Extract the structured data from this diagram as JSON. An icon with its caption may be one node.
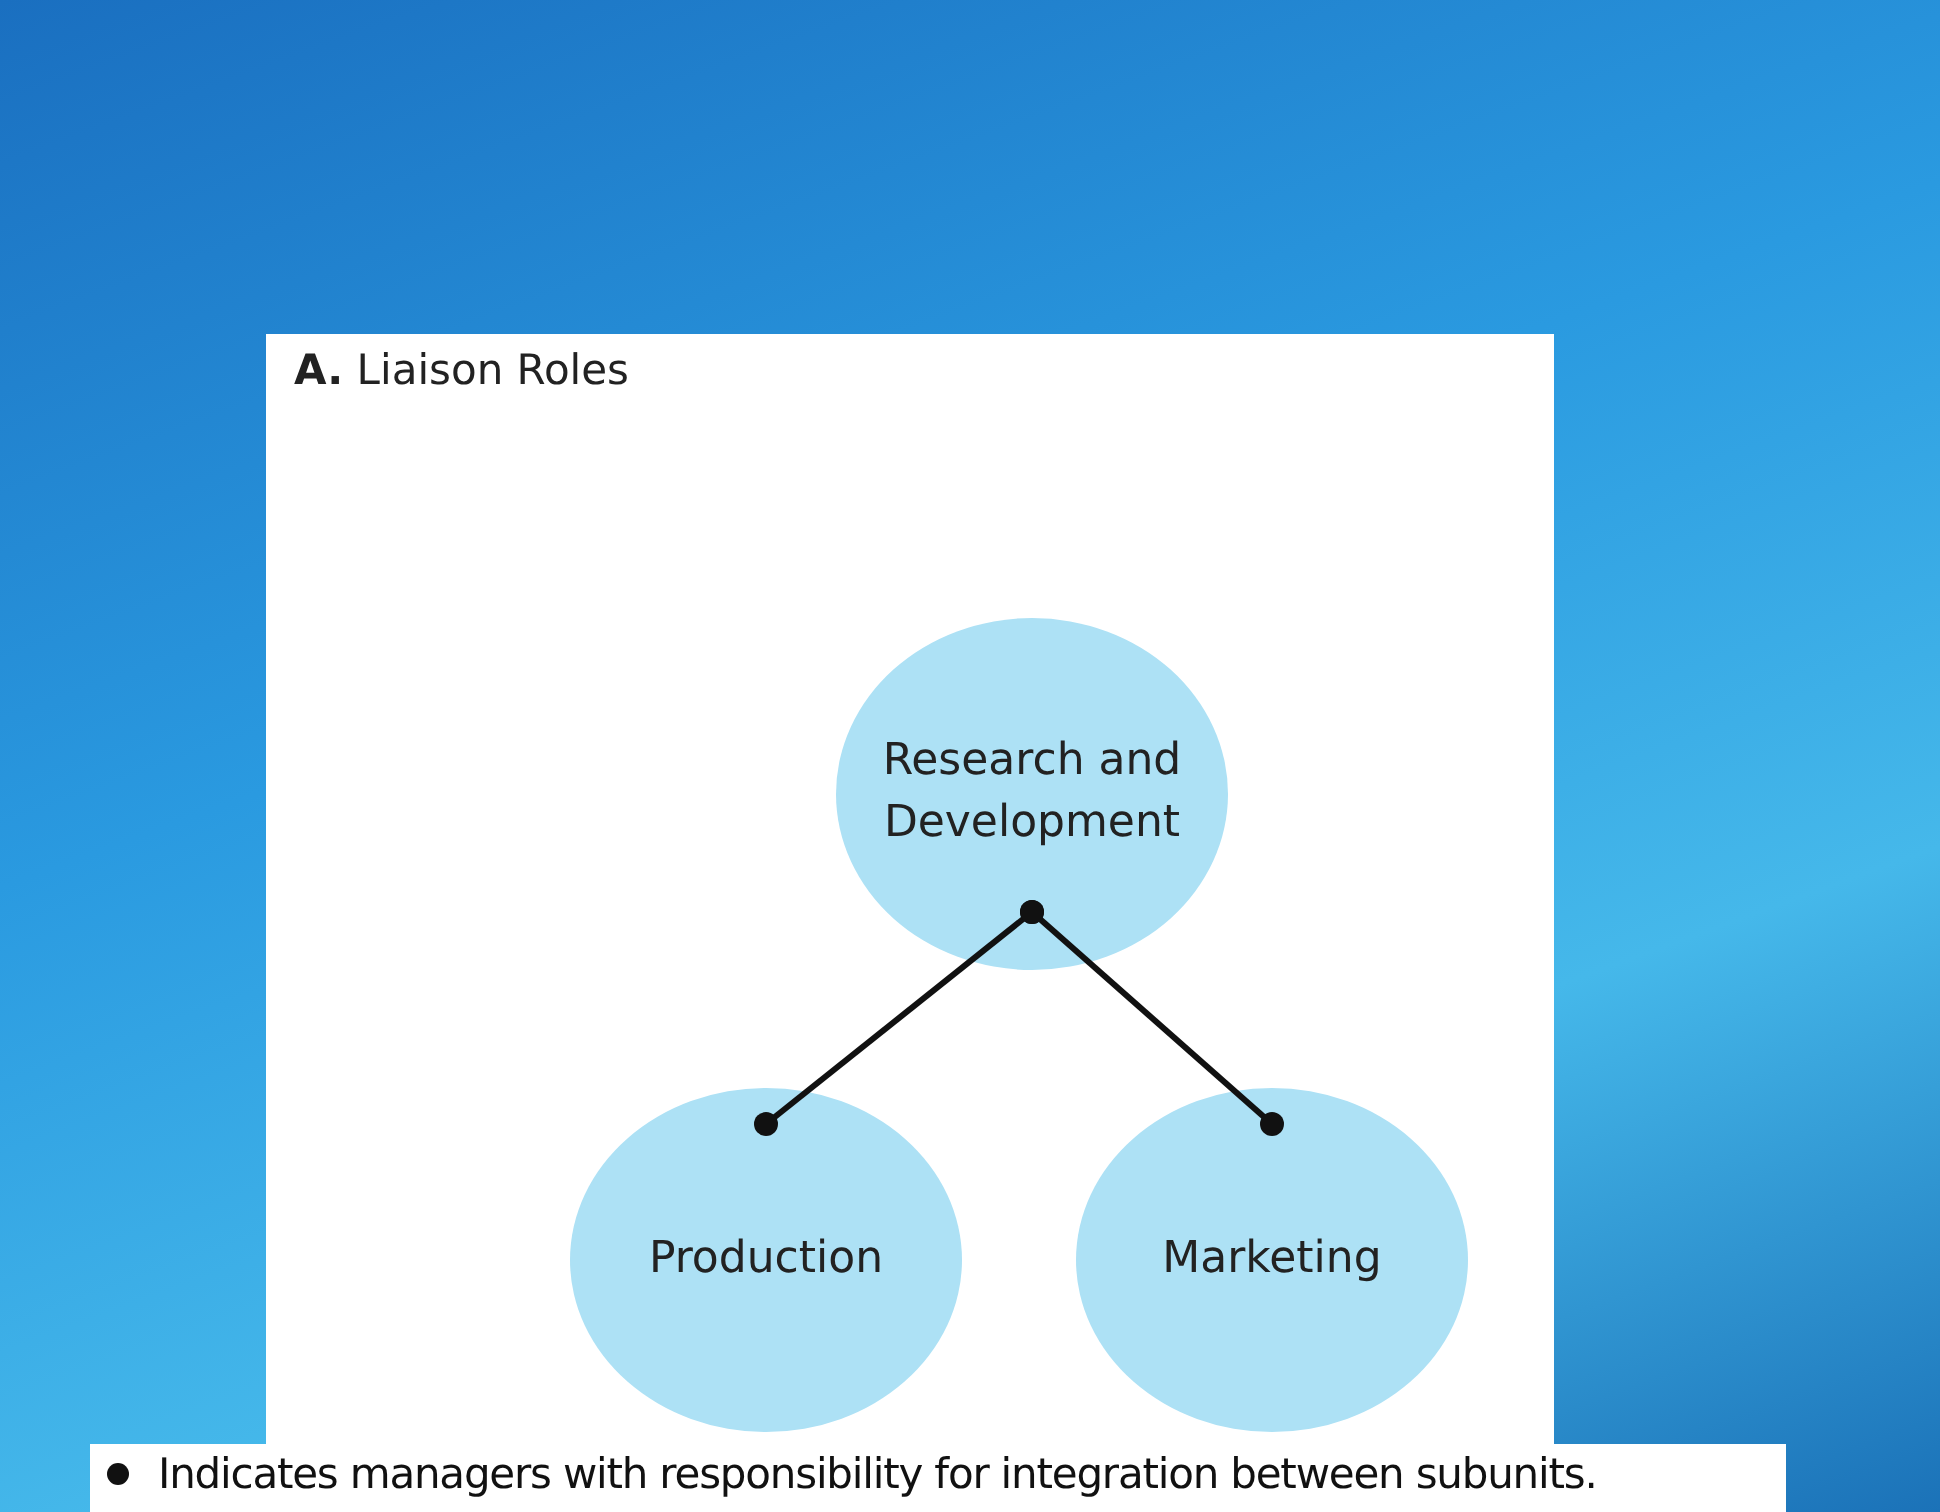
{
  "diagram": {
    "title": "**A.** Liaison Roles",
    "nodes": [
      {
        "text": [
          "Research and Development"
        ]
      },
      {
        "text": [
          "Production"
        ]
      },
      {
        "text": [
          "Marketing"
        ]
      }
    ],
    "edges": [
      {
        "from": 0,
        "to": 1,
        "arrow": "other"
      },
      {
        "from": 0,
        "to": 2,
        "arrow": "other"
      }
    ],
    "legend": [
      {
        "text": "Indicates managers with responsibility for integration between subunits."
      }
    ]
  }
}
